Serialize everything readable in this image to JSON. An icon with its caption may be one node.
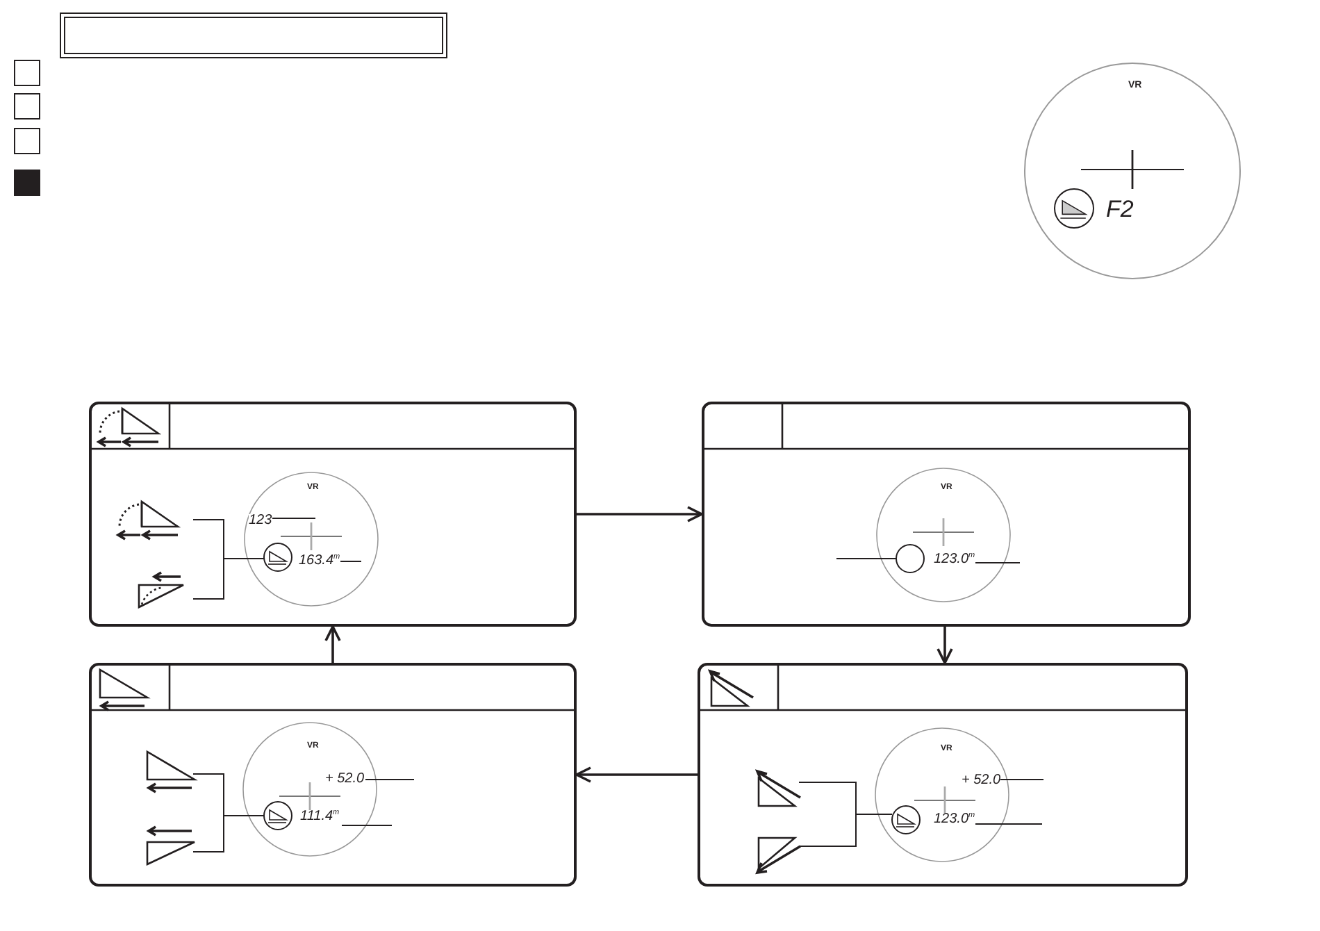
{
  "diagram": {
    "nodes": [
      {
        "text": [
          "VR",
          "F2"
        ]
      },
      {
        "text": [
          "VR",
          "123",
          "163.4$^{m}$"
        ]
      },
      {
        "text": [
          "VR",
          "123.0$^{m}$"
        ]
      },
      {
        "text": [
          "VR",
          "+ 52.0",
          "111.4$^{m}$"
        ]
      },
      {
        "text": [
          "VR",
          "+ 52.0",
          "123.0$^{m}$"
        ]
      }
    ],
    "edges": [
      {
        "from": 1,
        "to": 2,
        "arrow": "to"
      },
      {
        "from": 2,
        "to": 4,
        "arrow": "to"
      },
      {
        "from": 4,
        "to": 3,
        "arrow": "to"
      },
      {
        "from": 3,
        "to": 1,
        "arrow": "to"
      }
    ]
  }
}
